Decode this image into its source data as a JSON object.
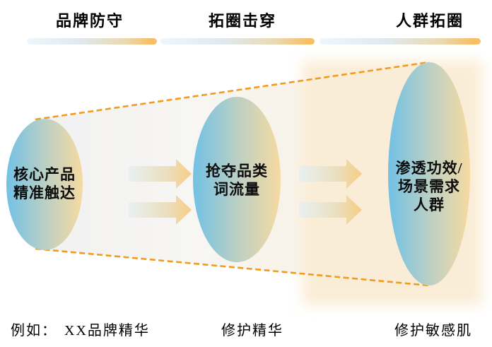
{
  "diagram": {
    "title_row": {
      "stage1_header": "品牌防守",
      "stage2_header": "拓圈击穿",
      "stage3_header": "人群拓圈"
    },
    "stages": [
      {
        "header": "品牌防守",
        "ellipse_lines": [
          "核心产品",
          "精准触达"
        ],
        "example": "XX品牌精华"
      },
      {
        "header": "拓圈击穿",
        "ellipse_lines": [
          "抢夺品类",
          "词流量"
        ],
        "example": "修护精华"
      },
      {
        "header": "人群拓圈",
        "ellipse_lines": [
          "渗透功效/",
          "场景需求",
          "人群"
        ],
        "example": "修护敏感肌"
      }
    ],
    "example_prefix": "例如：",
    "colors": {
      "ellipse_blue": "#72C1E5",
      "ellipse_sage": "#BDD0C3",
      "ellipse_tan": "#F6DAA1",
      "dash_orange": "#F29B1F",
      "underline_blue": "#EEF7FB",
      "underline_orange": "#F7BD64",
      "cone_grey": "#F1F1F1",
      "cone_cream": "#FAEEDA",
      "glow_cream": "#FAEDD7",
      "arrow_blue": "#E9F1F4",
      "arrow_orange": "#F8CC81",
      "text": "#000000"
    }
  }
}
